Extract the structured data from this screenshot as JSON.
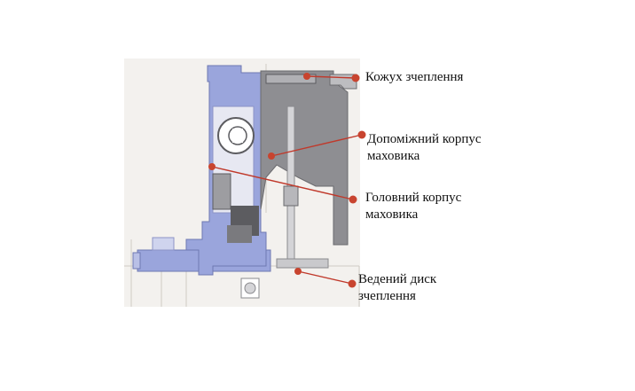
{
  "diagram": {
    "labels": [
      {
        "id": "1",
        "lines": [
          "Кожух зчеплення"
        ]
      },
      {
        "id": "2",
        "lines": [
          "Допоміжний корпус",
          "маховика"
        ]
      },
      {
        "id": "3",
        "lines": [
          "Головний корпус",
          "маховика"
        ]
      },
      {
        "id": "4",
        "lines": [
          "Ведений диск",
          "зчеплення"
        ]
      }
    ],
    "colors": {
      "main_housing": "#9aa5dc",
      "aux_housing": "#8e8e92",
      "dark_part": "#5c5c60",
      "callout_marker": "#c8442f",
      "callout_line": "#c0392b",
      "drawing_background": "#f3f1ee"
    }
  }
}
